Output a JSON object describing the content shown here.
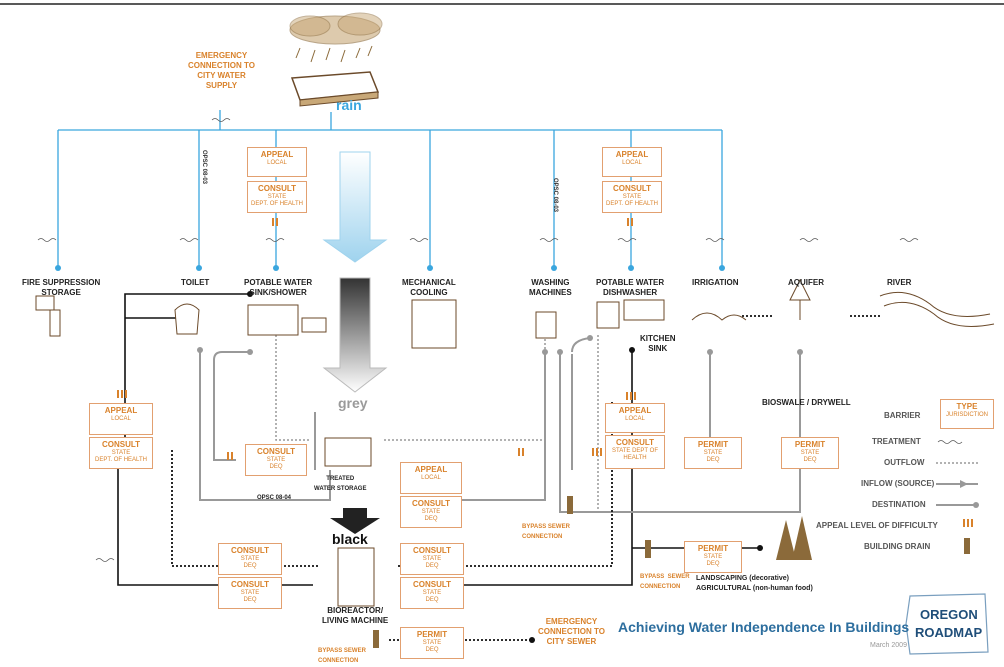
{
  "header": {
    "top_rule": true
  },
  "emergency_water": "EMERGENCY\nCONNECTION TO\nCITY WATER\nSUPPLY",
  "rain": "rain",
  "grey": "grey",
  "black": "black",
  "destinations": {
    "fire": "FIRE SUPPRESSION\nSTORAGE",
    "toilet": "TOILET",
    "potable_sink": "POTABLE WATER\nSINK/SHOWER",
    "mech": "MECHANICAL\nCOOLING",
    "washing": "WASHING\nMACHINES",
    "potable_dish": "POTABLE WATER\nDISHWASHER",
    "irrigation": "IRRIGATION",
    "aquifer": "AQUIFER",
    "river": "RIVER",
    "kitchen_sink": "KITCHEN\nSINK",
    "bioswale": "BIOSWALE / DRYWELL",
    "treated_storage": "TREATED\nWATER STORAGE",
    "bioreactor": "BIOREACTOR/\nLIVING MACHINE",
    "landscaping": "LANDSCAPING (decorative)\nAGRICULTURAL (non-human food)",
    "bypass1": "BYPASS SEWER\nCONNECTION",
    "bypass2": "BYPASS  SEWER\nCONNECTION",
    "bypass3": "BYPASS SEWER\nCONNECTION",
    "emergency_sewer": "EMERGENCY\nCONNECTION TO\nCITY SEWER"
  },
  "codes": {
    "opsc1": "OPSC 08-03",
    "opsc2": "OPSC 08-03",
    "opsc3": "OPSC 08-04"
  },
  "boxes": {
    "appeal_local": "APPEAL",
    "local": "LOCAL",
    "consult": "CONSULT",
    "state_health": "STATE\nDEPT. OF HEALTH",
    "state_health_1": "STATE DEPT OF HEALTH",
    "state_deq": "STATE\nDEQ",
    "permit": "PERMIT"
  },
  "legend": {
    "barrier": "BARRIER",
    "type": "TYPE",
    "jurisdiction": "JURISDICTION",
    "treatment": "TREATMENT",
    "outflow": "OUTFLOW",
    "inflow": "INFLOW (SOURCE)",
    "destination": "DESTINATION",
    "appeal_level": "APPEAL LEVEL OF DIFFICULTY",
    "building_drain": "BUILDING DRAIN"
  },
  "footer": {
    "title": "Achieving Water Independence In Buildings",
    "date": "March 2009",
    "logo_line1": "OREGON",
    "logo_line2": "ROADMAP"
  },
  "colors": {
    "blue": "#3aa6de",
    "orange": "#d9822b",
    "grey_line": "#999999",
    "black_line": "#111111"
  }
}
